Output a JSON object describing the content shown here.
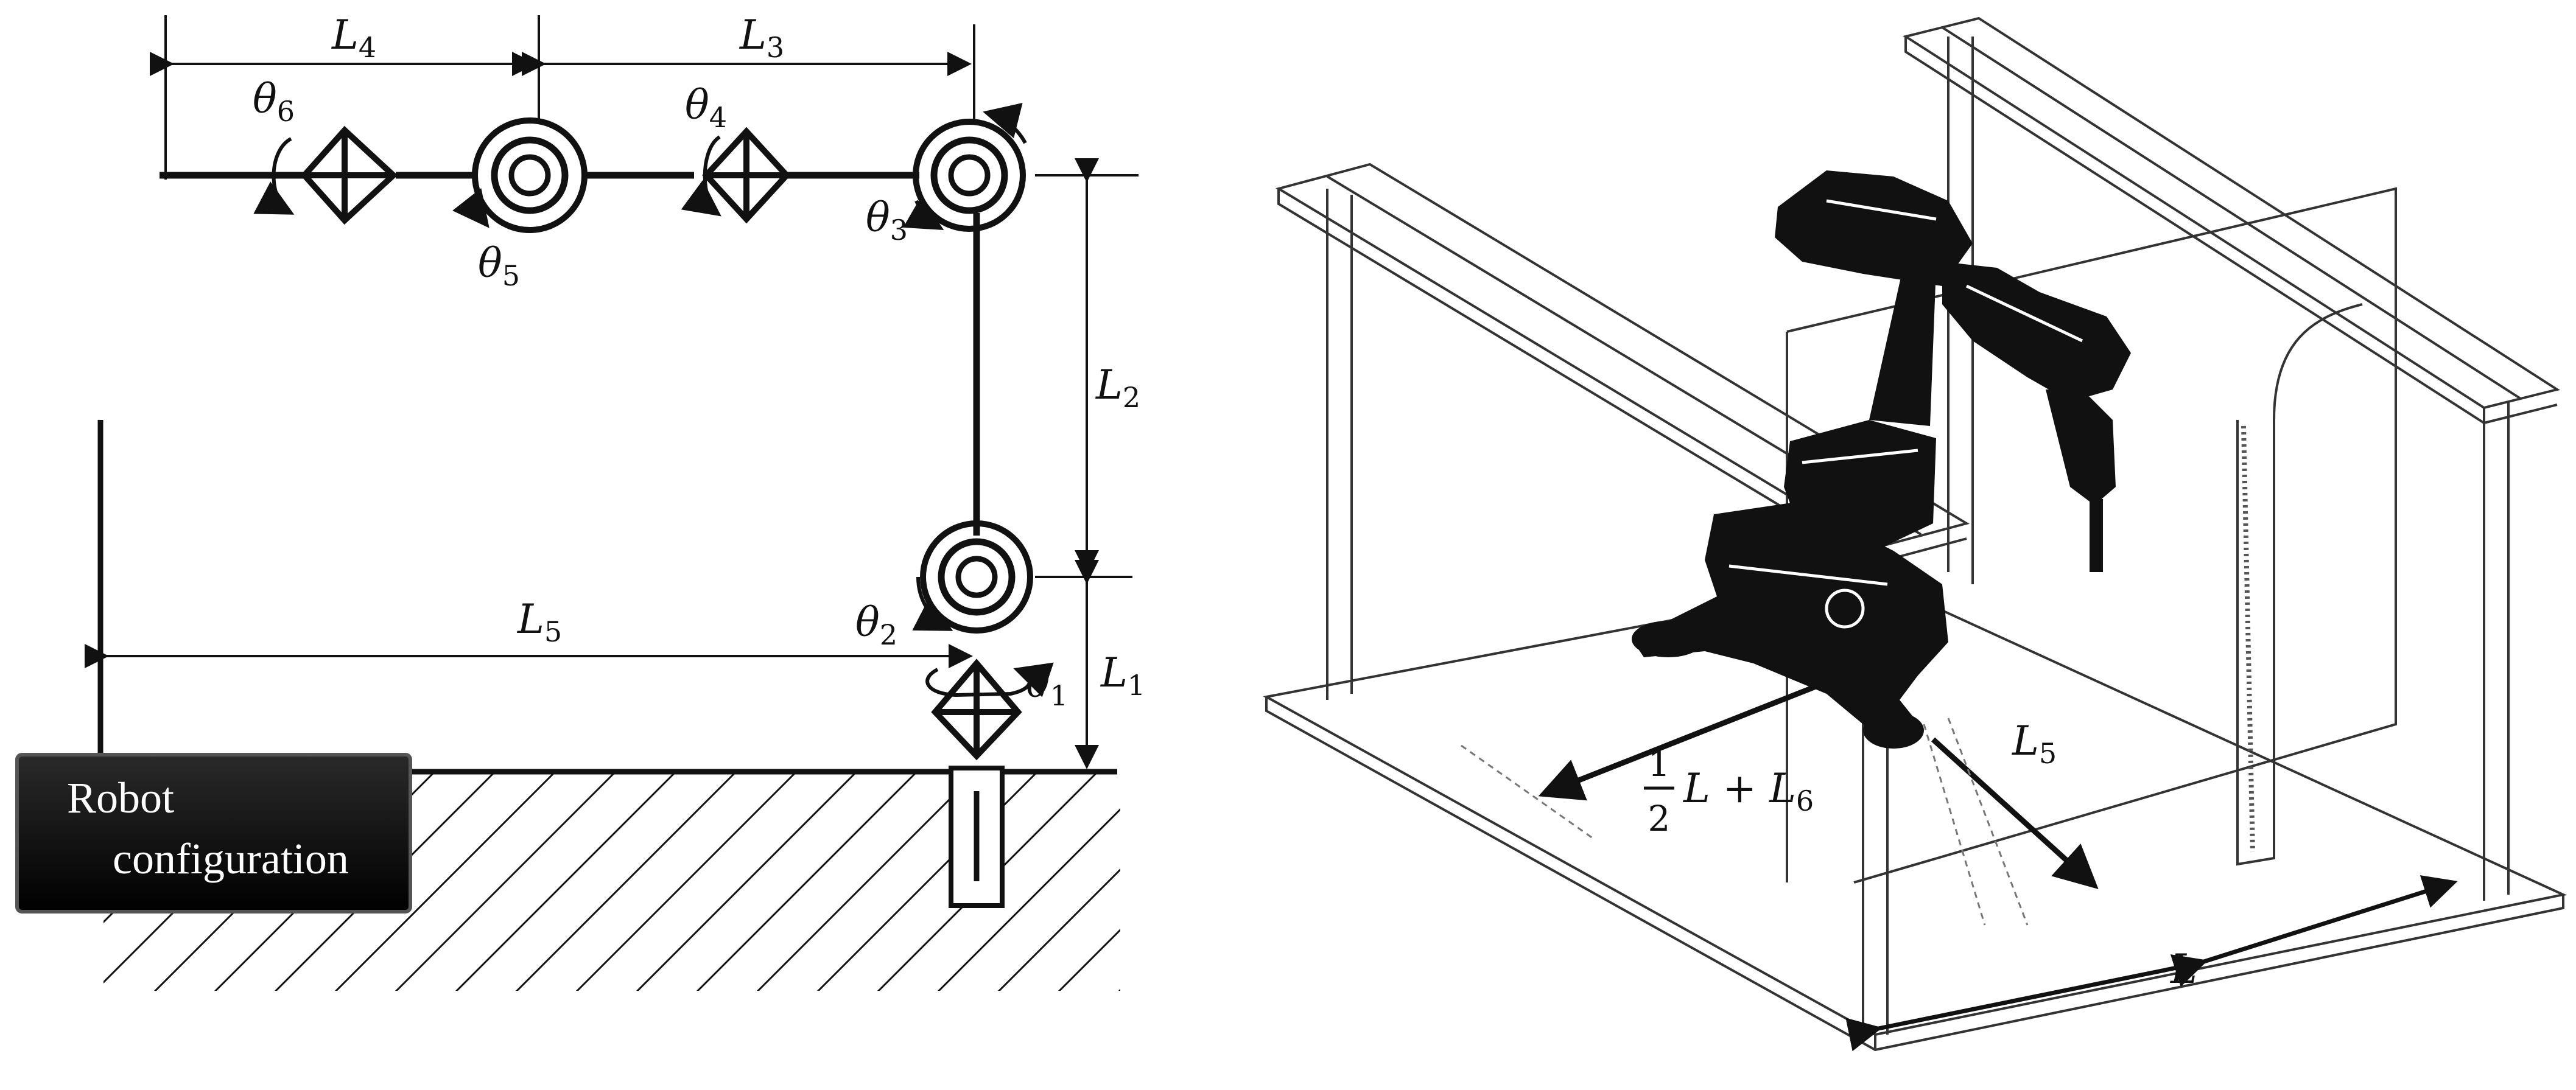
{
  "left_panel": {
    "dimensions": {
      "L4": {
        "main": "L",
        "sub": "4"
      },
      "L3": {
        "main": "L",
        "sub": "3"
      },
      "L2": {
        "main": "L",
        "sub": "2"
      },
      "L1": {
        "main": "L",
        "sub": "1"
      },
      "L5": {
        "main": "L",
        "sub": "5"
      }
    },
    "joints": {
      "theta1": {
        "main": "θ",
        "sub": "1"
      },
      "theta2": {
        "main": "θ",
        "sub": "2"
      },
      "theta3": {
        "main": "θ",
        "sub": "3"
      },
      "theta4": {
        "main": "θ",
        "sub": "4"
      },
      "theta5": {
        "main": "θ",
        "sub": "5"
      },
      "theta6": {
        "main": "θ",
        "sub": "6"
      }
    },
    "config_box": {
      "line1": "Robot",
      "line2": "configuration"
    }
  },
  "right_panel": {
    "L5": {
      "main": "L",
      "sub": "5"
    },
    "fraction": {
      "numerator": "1",
      "denominator": "2",
      "expr": "L + L",
      "sub": "6"
    },
    "L": "L"
  }
}
